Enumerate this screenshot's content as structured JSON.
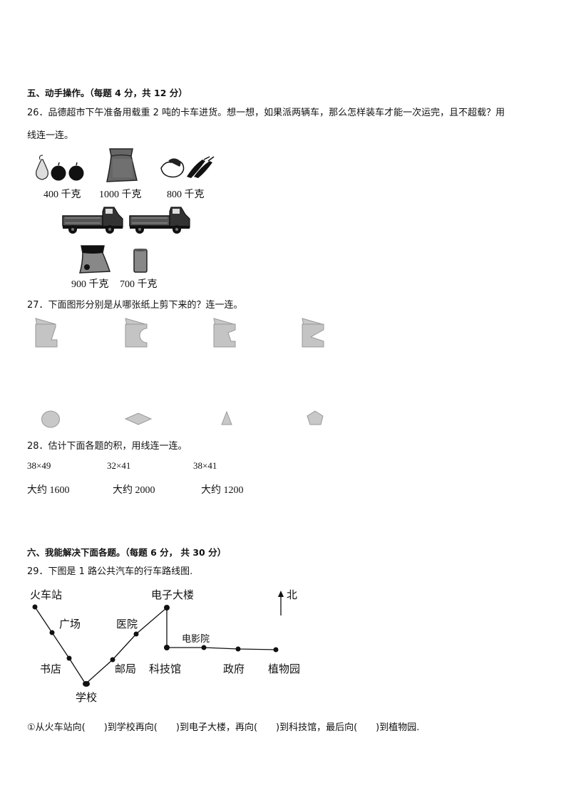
{
  "section5": {
    "title": "五、动手操作。（每题 4 分，共 12 分）"
  },
  "q26": {
    "text_line1": "26．品德超市下午准备用载重 2 吨的卡车进货。想一想，如果派两辆车，那么怎样装车才能一次运完，且不超载？用",
    "text_line2": "线连一连。",
    "goods_top": [
      {
        "name": "fruit",
        "label": "400 千克"
      },
      {
        "name": "sack",
        "label": "1000 千克"
      },
      {
        "name": "vegetables",
        "label": "800 千克"
      }
    ],
    "trucks": [
      "truck-1",
      "truck-2"
    ],
    "goods_bottom": [
      {
        "name": "bag",
        "label": "900 千克"
      },
      {
        "name": "barrel",
        "label": "700 千克"
      }
    ]
  },
  "q27": {
    "text": "27．下面图形分别是从哪张纸上剪下来的？连一连。",
    "folded_papers": [
      "cut-z",
      "cut-semicircle",
      "cut-trapezoid",
      "cut-triangle"
    ],
    "shapes": [
      "circle",
      "rhombus",
      "triangle",
      "pentagon"
    ]
  },
  "q28": {
    "text": "28．估计下面各题的积，用线连一连。",
    "expressions": [
      "38×49",
      "32×41",
      "38×41"
    ],
    "estimates": [
      "大约 1600",
      "大约 2000",
      "大约 1200"
    ]
  },
  "section6": {
    "title": "六、我能解决下面各题。（每题 6 分， 共 30 分）"
  },
  "q29": {
    "text": "29．下图是 1 路公共汽车的行车路线图.",
    "map": {
      "north_label": "北",
      "stops": [
        "火车站",
        "广场",
        "书店",
        "学校",
        "邮局",
        "医院",
        "电子大楼",
        "科技馆",
        "电影院",
        "政府",
        "植物园"
      ]
    },
    "sub1": "①从火车站向(　　)到学校再向(　　)到电子大楼，再向(　　)到科技馆，最后向(　　)到植物园."
  }
}
